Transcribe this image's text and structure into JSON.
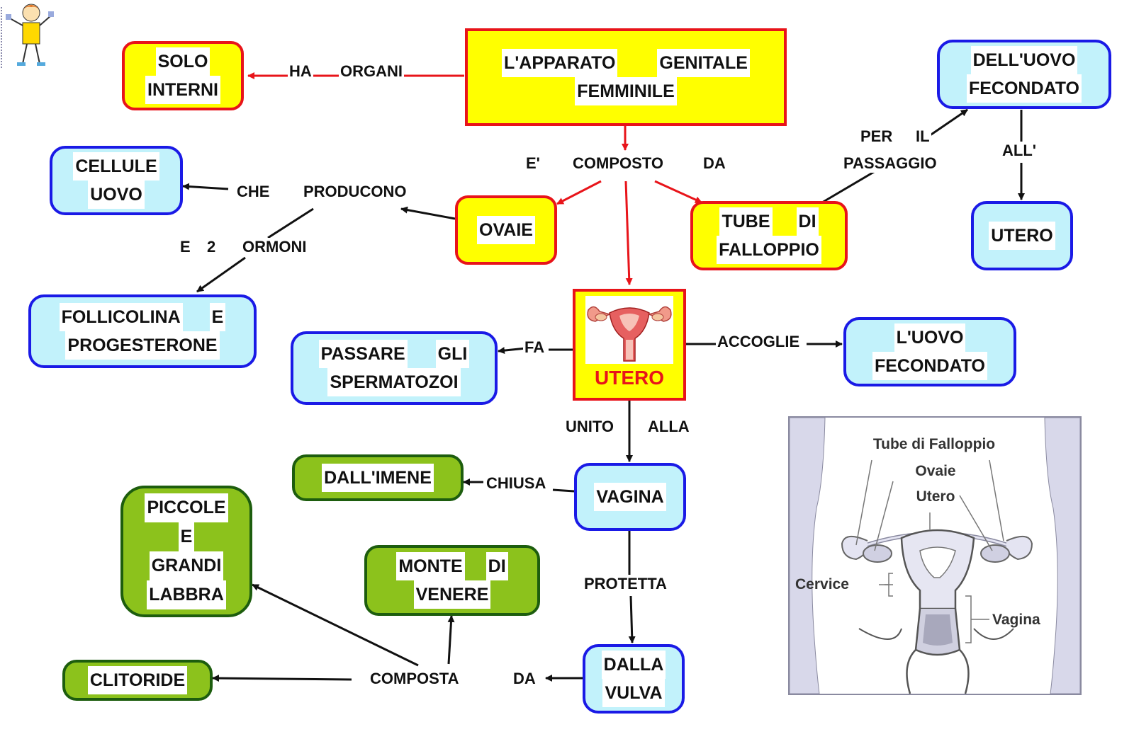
{
  "nodes": {
    "main": [
      "L'APPARATO",
      "GENITALE",
      "FEMMINILE"
    ],
    "solo_interni": [
      "SOLO",
      "INTERNI"
    ],
    "uovo_fecondato_top": [
      "DELL'UOVO",
      "FECONDATO"
    ],
    "cellule_uovo": [
      "CELLULE",
      "UOVO"
    ],
    "ovaie": "OVAIE",
    "tube": [
      "TUBE",
      "DI",
      "FALLOPPIO"
    ],
    "utero_top": "UTERO",
    "follicolina": [
      "FOLLICOLINA",
      "E",
      "PROGESTERONE"
    ],
    "passare": [
      "PASSARE",
      "GLI",
      "SPERMATOZOI"
    ],
    "utero_center": "UTERO",
    "accoglie_target": [
      "L'UOVO",
      "FECONDATO"
    ],
    "dall_imene": "DALL'IMENE",
    "vagina": "VAGINA",
    "piccole": [
      "PICCOLE",
      "E",
      "GRANDI",
      "LABBRA"
    ],
    "monte": [
      "MONTE",
      "DI",
      "VENERE"
    ],
    "clitoride": "CLITORIDE",
    "vulva": [
      "DALLA",
      "VULVA"
    ]
  },
  "links": {
    "ha": "HA",
    "organi": "ORGANI",
    "e_apos": "E'",
    "composto": "COMPOSTO",
    "da_top": "DA",
    "per": "PER",
    "il": "IL",
    "passaggio": "PASSAGGIO",
    "all": "ALL'",
    "che": "CHE",
    "producono": "PRODUCONO",
    "e": "E",
    "due": "2",
    "ormoni": "ORMONI",
    "fa": "FA",
    "accoglie": "ACCOGLIE",
    "unito": "UNITO",
    "alla": "ALLA",
    "chiusa": "CHIUSA",
    "protetta": "PROTETTA",
    "composta": "COMPOSTA",
    "da_bottom": "DA"
  },
  "figure_labels": {
    "tube": "Tube di Falloppio",
    "ovaie": "Ovaie",
    "utero": "Utero",
    "cervice": "Cervice",
    "vagina": "Vagina"
  },
  "mascot_icon": "mascot-logo-icon",
  "uterus_icon": "uterus-illustration-icon",
  "colors": {
    "yellow": "#ffff00",
    "red": "#e8141a",
    "blue_fill": "#c2f2fb",
    "blue_border": "#1a1ae6",
    "green_fill": "#8cc21c",
    "green_border": "#1d5d0e"
  }
}
